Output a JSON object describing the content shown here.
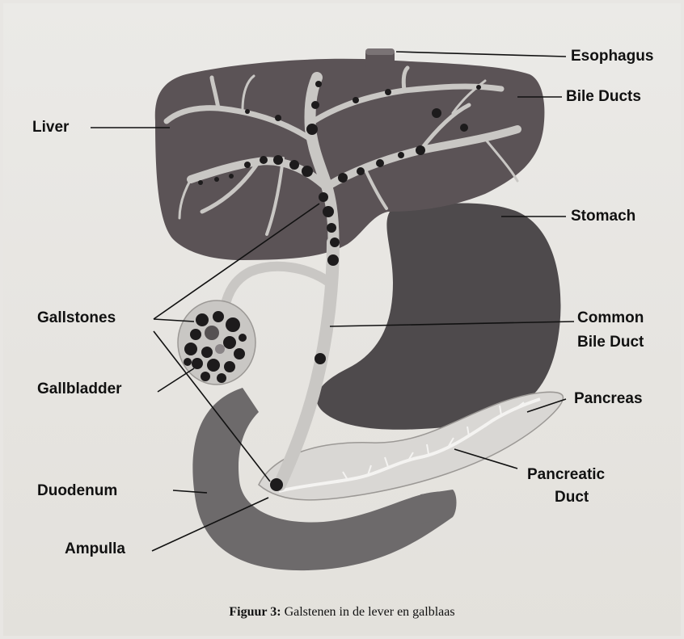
{
  "labels": {
    "esophagus": "Esophagus",
    "bile_ducts": "Bile Ducts",
    "liver": "Liver",
    "stomach": "Stomach",
    "gallstones": "Gallstones",
    "common_bile_duct_line1": "Common",
    "common_bile_duct_line2": "Bile Duct",
    "gallbladder": "Gallbladder",
    "pancreas": "Pancreas",
    "pancreatic_duct_line1": "Pancreatic",
    "pancreatic_duct_line2": "Duct",
    "duodenum": "Duodenum",
    "ampulla": "Ampulla"
  },
  "caption": {
    "prefix": "Figuur 3:",
    "text": " Galstenen in de lever en galblaas"
  },
  "colors": {
    "background": "#e6e4e0",
    "liver": "#5b5356",
    "stomach": "#4e4a4c",
    "duodenum": "#6d6a6b",
    "pancreas": "#d9d7d4",
    "duct": "#c9c7c4",
    "stone": "#1d1b1c"
  }
}
